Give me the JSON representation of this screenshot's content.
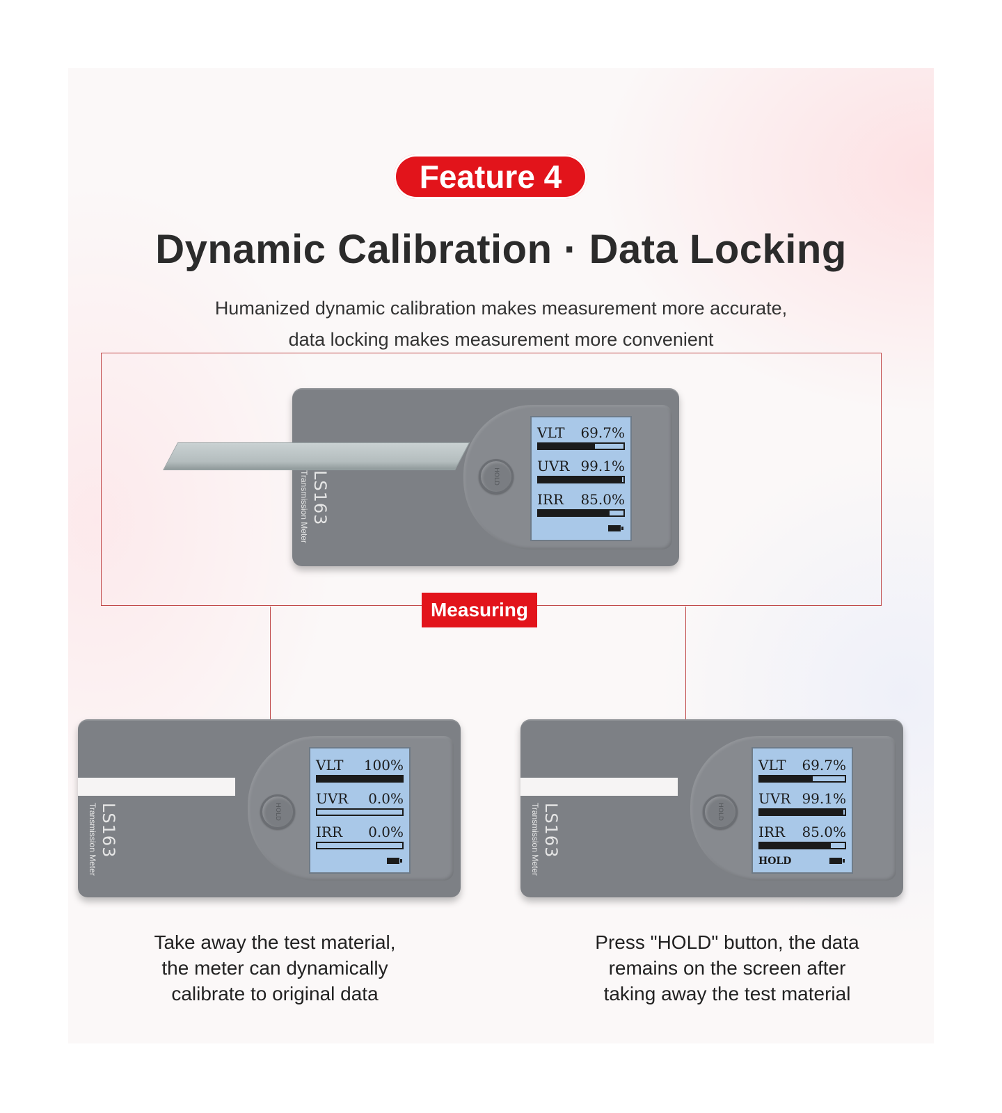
{
  "header": {
    "badge": "Feature 4",
    "title": "Dynamic Calibration · Data Locking",
    "subtitle_line1": "Humanized dynamic calibration makes measurement more accurate,",
    "subtitle_line2": "data locking makes measurement more convenient"
  },
  "measuring_label": "Measuring",
  "device": {
    "model": "LS163",
    "description": "Transmission Meter",
    "button_label": "HOLD"
  },
  "meters": [
    {
      "readings": [
        {
          "label": "VLT",
          "value": "69.7%",
          "level": 0.66
        },
        {
          "label": "UVR",
          "value": "99.1%",
          "level": 0.98
        },
        {
          "label": "IRR",
          "value": "85.0%",
          "level": 0.84
        }
      ],
      "hold_text": ""
    },
    {
      "readings": [
        {
          "label": "VLT",
          "value": "100%",
          "level": 1.0
        },
        {
          "label": "UVR",
          "value": "0.0%",
          "level": 0.0
        },
        {
          "label": "IRR",
          "value": "0.0%",
          "level": 0.0
        }
      ],
      "hold_text": ""
    },
    {
      "readings": [
        {
          "label": "VLT",
          "value": "69.7%",
          "level": 0.62
        },
        {
          "label": "UVR",
          "value": "99.1%",
          "level": 0.98
        },
        {
          "label": "IRR",
          "value": "85.0%",
          "level": 0.84
        }
      ],
      "hold_text": "HOLD"
    }
  ],
  "captions": {
    "left": [
      "Take away the test material,",
      "the meter can dynamically",
      "calibrate to original data"
    ],
    "right": [
      "Press \"HOLD\" button, the data",
      "remains on the screen after",
      "taking away the test material"
    ]
  }
}
